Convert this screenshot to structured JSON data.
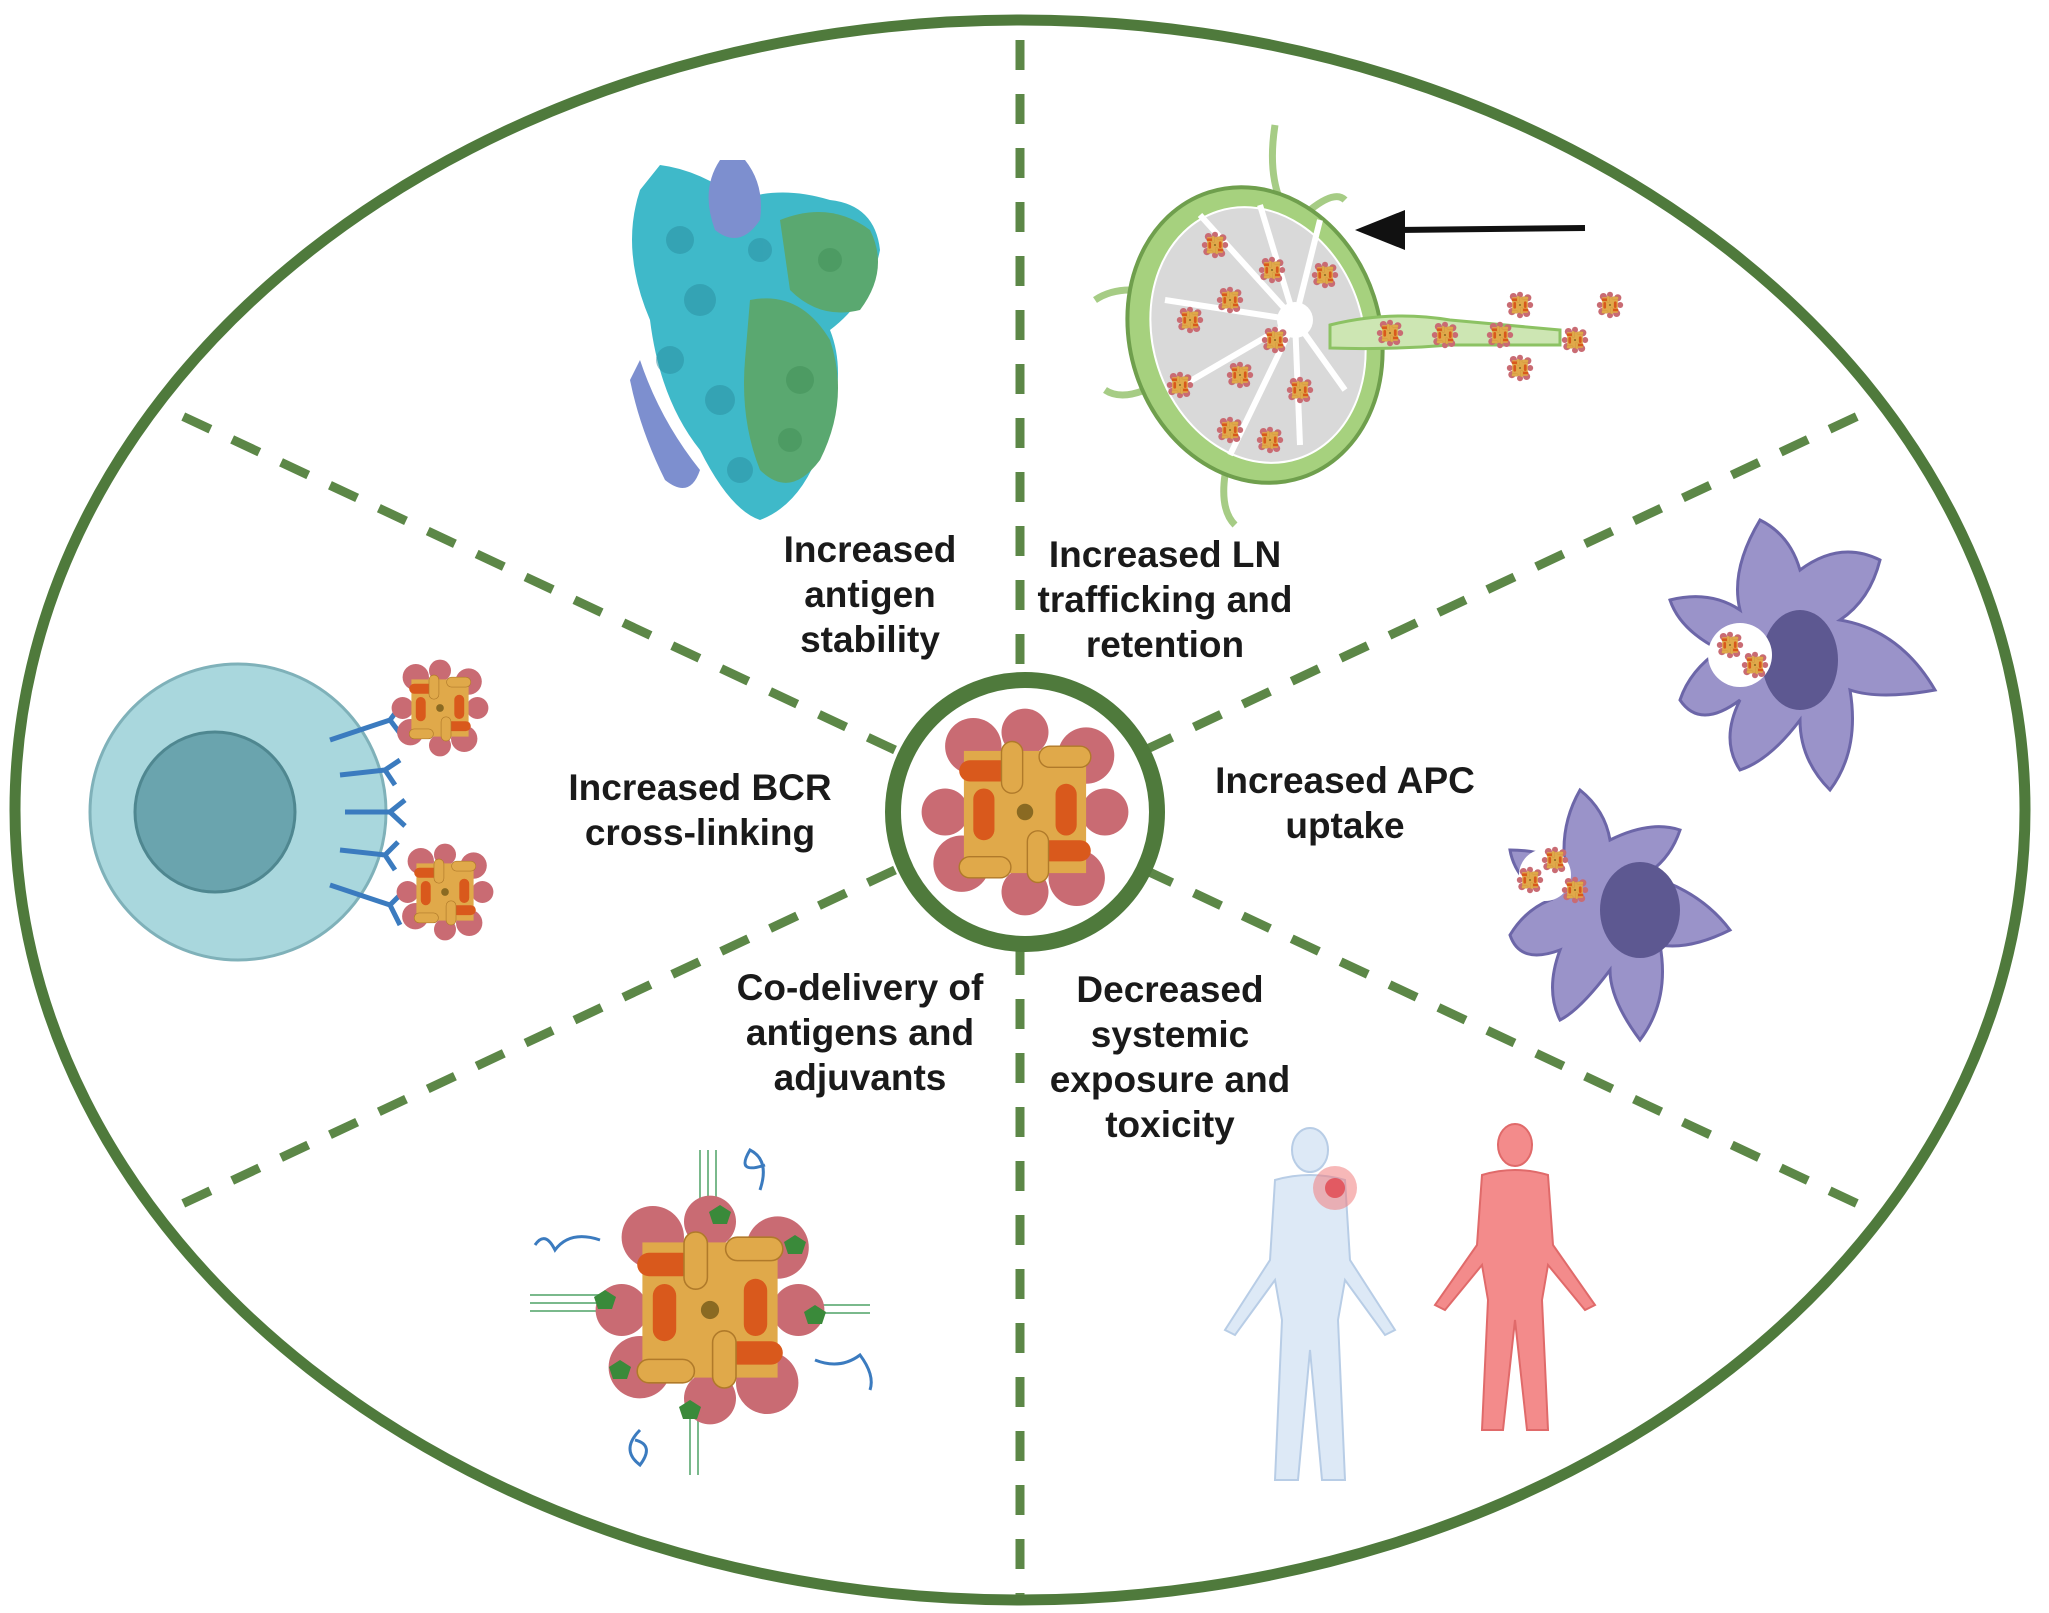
{
  "colors": {
    "ring_green": "#4f7a3c",
    "nanoparticle_orange": "#d9591c",
    "nanoparticle_gold": "#e0a94a",
    "nanoparticle_pink": "#c96b73",
    "dendritic_cell": "#9a93c9",
    "b_cell": "#a9d7dd",
    "antibody_blue": "#3b7bbf",
    "lymph_node_green": "#8cc263",
    "spike_teal": "#3fb9c9",
    "spike_green": "#5aa870",
    "human_blue": "#d6e4f3",
    "human_red": "#f07e7e"
  },
  "icons": {
    "center": "nanoparticle-icon",
    "top_left": "spike-protein-icon",
    "top_right": "lymph-node-icon",
    "right": "dendritic-cell-icon",
    "bottom_right": "human-figures-icon",
    "bottom_left": "adjuvant-nanoparticle-icon",
    "left": "b-cell-icon"
  },
  "labels": {
    "antigen_stability": [
      "Increased",
      "antigen",
      "stability"
    ],
    "ln_trafficking": [
      "Increased LN",
      "trafficking and",
      "retention"
    ],
    "apc_uptake": [
      "Increased APC",
      "uptake"
    ],
    "systemic_exposure": [
      "Decreased",
      "systemic",
      "exposure and",
      "toxicity"
    ],
    "co_delivery": [
      "Co-delivery of",
      "antigens and",
      "adjuvants"
    ],
    "bcr_crosslinking": [
      "Increased BCR",
      "cross-linking"
    ]
  }
}
